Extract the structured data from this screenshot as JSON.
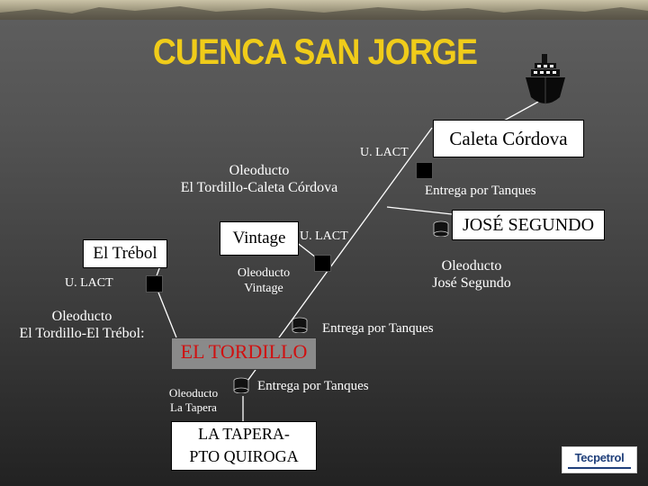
{
  "title": "CUENCA SAN JORGE",
  "nodes": {
    "caleta_cordova": "Caleta Córdova",
    "jose_segundo": "JOSÉ SEGUNDO",
    "vintage": "Vintage",
    "el_trebol": "El Trébol",
    "el_tordillo": "EL TORDILLO",
    "la_tapera_line1": "LA TAPERA-",
    "la_tapera_line2": "PTO QUIROGA"
  },
  "labels": {
    "lact_top": "U. LACT",
    "lact_mid": "U. LACT",
    "lact_left": "U. LACT",
    "oleoducto_caleta_1": "Oleoducto",
    "oleoducto_caleta_2": "El Tordillo-Caleta Córdova",
    "oleoducto_vintage_1": "Oleoducto",
    "oleoducto_vintage_2": "Vintage",
    "oleoducto_jose_1": "Oleoducto",
    "oleoducto_jose_2": "José Segundo",
    "oleoducto_trebol_1": "Oleoducto",
    "oleoducto_trebol_2": "El Tordillo-El Trébol:",
    "oleoducto_tapera_1": "Oleoducto",
    "oleoducto_tapera_2": "La Tapera",
    "entrega_1": "Entrega por Tanques",
    "entrega_2": "Entrega por Tanques",
    "entrega_3": "Entrega por Tanques"
  },
  "logo": "Tecpetrol",
  "colors": {
    "title": "#f0cc1a",
    "tordillo_text": "#d01010",
    "lines": "#ffffff"
  },
  "icons": [
    "ship-icon",
    "tank-icon",
    "lact-unit-icon"
  ]
}
